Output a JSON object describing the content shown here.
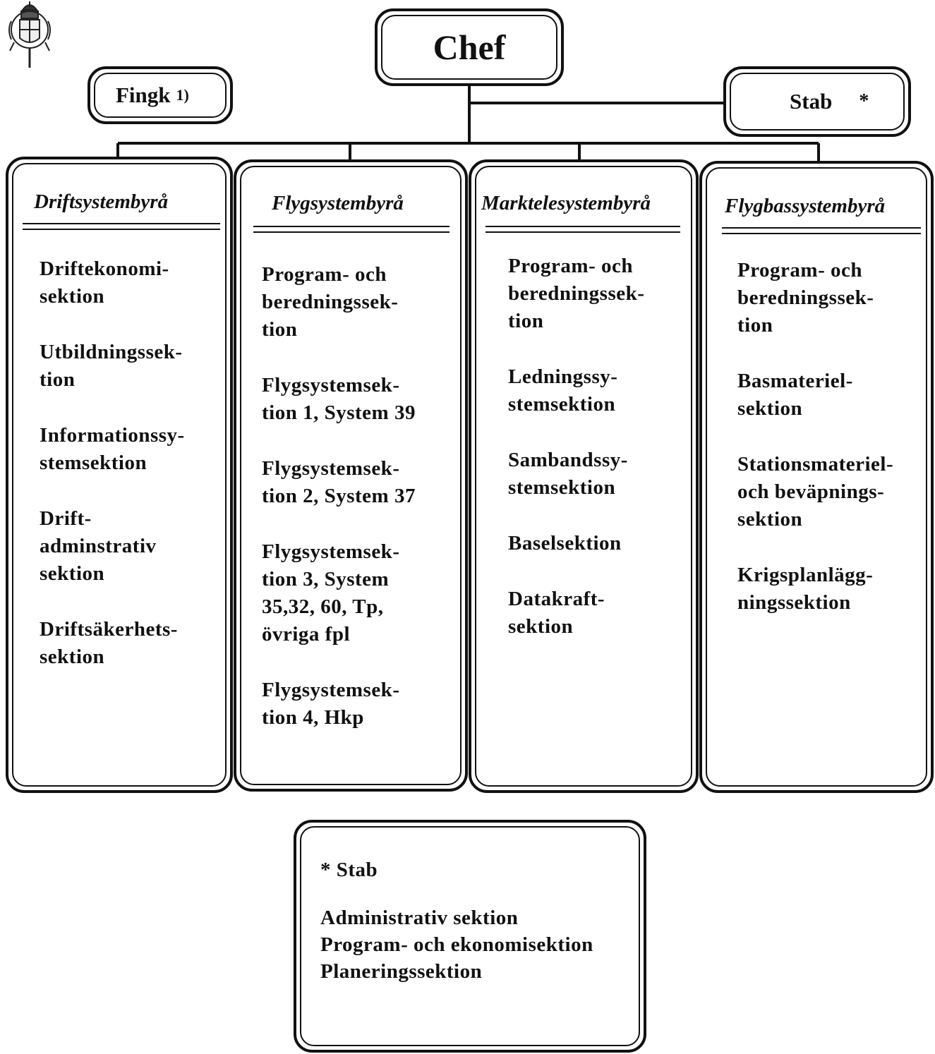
{
  "top": {
    "chef": "Chef",
    "fingk": "Fingk",
    "fingk_note": "1)",
    "stab": "Stab",
    "stab_marker": "*"
  },
  "columns": [
    {
      "title": "Driftsystembyrå",
      "items": [
        "Driftekonomi-\nsektion",
        "Utbildningssek-\ntion",
        "Informationssy-\nstemsektion",
        "Drift-\nadminstrativ\nsektion",
        "Driftsäkerhets-\nsektion"
      ]
    },
    {
      "title": "Flygsystembyrå",
      "items": [
        "Program- och\nberedningssek-\ntion",
        "Flygsystemsek-\ntion 1, System 39",
        "Flygsystemsek-\ntion 2, System 37",
        "Flygsystemsek-\ntion 3, System\n35,32, 60, Tp,\növriga fpl",
        "Flygsystemsek-\ntion 4, Hkp"
      ]
    },
    {
      "title": "Marktelesystembyrå",
      "items": [
        "Program- och\nberedningssek-\ntion",
        "Ledningssy-\nstemsektion",
        "Sambandssy-\nstemsektion",
        "Baselsektion",
        "Datakraft-\nsektion"
      ]
    },
    {
      "title": "Flygbassystembyrå",
      "items": [
        "Program- och\nberedningssek-\ntion",
        "Basmateriel-\nsektion",
        "Stationsmateriel-\noch beväpnings-\nsektion",
        "Krigsplanlägg-\nningssektion"
      ]
    }
  ],
  "legend": {
    "title": "* Stab",
    "items": [
      "Administrativ sektion",
      "Program- och ekonomisektion",
      "Planeringssektion"
    ]
  },
  "colors": {
    "line": "#111111",
    "background": "#ffffff"
  },
  "icons": {
    "crest": "royal-crest-emblem"
  }
}
